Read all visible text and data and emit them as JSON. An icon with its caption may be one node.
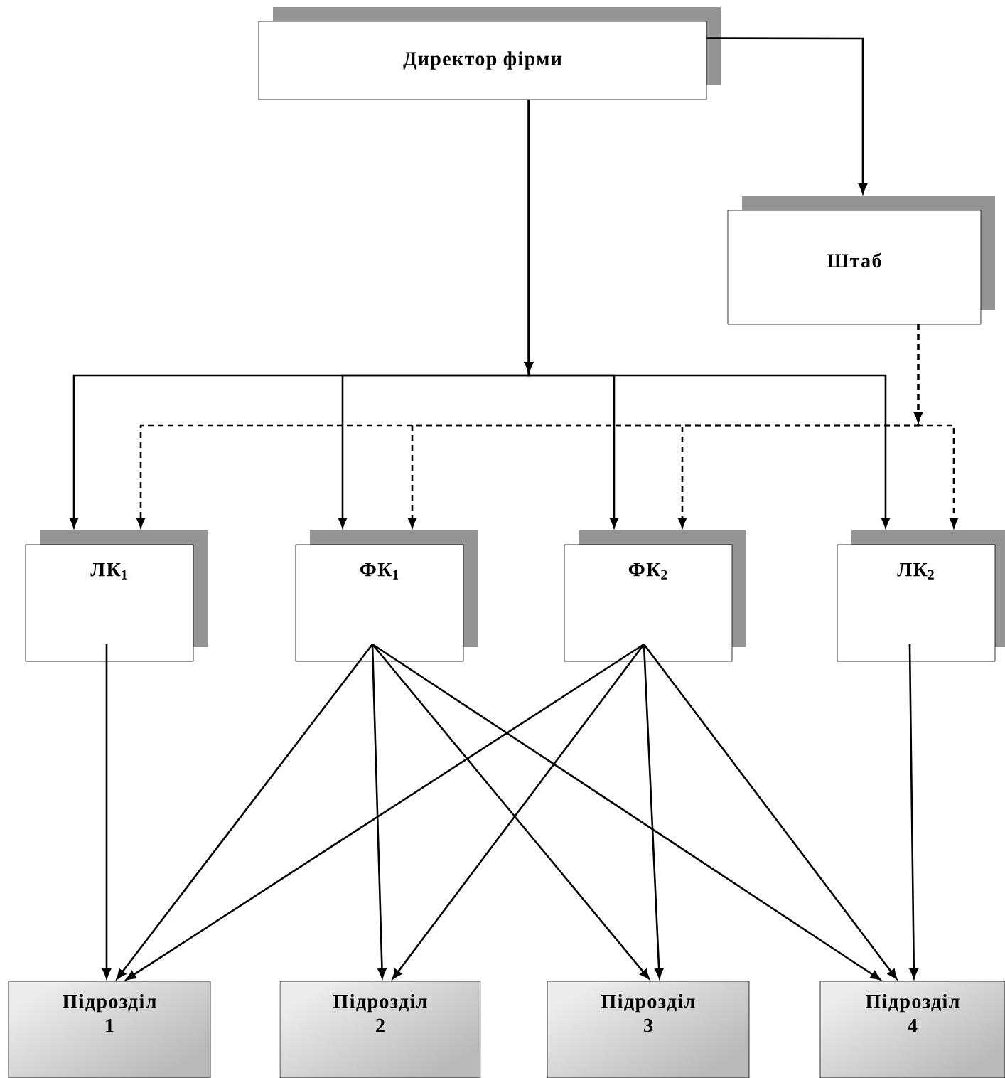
{
  "diagram": {
    "nodes": [
      {
        "text": [
          "Директор фірми"
        ]
      },
      {
        "text": [
          "Штаб"
        ]
      },
      {
        "text": [
          "ЛК$_{1}$"
        ]
      },
      {
        "text": [
          "ФК$_{1}$"
        ]
      },
      {
        "text": [
          "ФК$_{2}$"
        ]
      },
      {
        "text": [
          "ЛК$_{2}$"
        ]
      },
      {
        "text": [
          "Підрозділ 1"
        ]
      },
      {
        "text": [
          "Підрозділ 2"
        ]
      },
      {
        "text": [
          "Підрозділ 3"
        ]
      },
      {
        "text": [
          "Підрозділ 4"
        ]
      }
    ],
    "edges": [
      {
        "from": 0,
        "to": 1,
        "arrow": "to"
      },
      {
        "from": 0,
        "to": 2,
        "arrow": "to"
      },
      {
        "from": 0,
        "to": 3,
        "arrow": "to"
      },
      {
        "from": 0,
        "to": 4,
        "arrow": "to"
      },
      {
        "from": 0,
        "to": 5,
        "arrow": "to"
      },
      {
        "from": 1,
        "to": 2,
        "arrow": "to",
        "style": "dashed"
      },
      {
        "from": 1,
        "to": 3,
        "arrow": "to",
        "style": "dashed"
      },
      {
        "from": 1,
        "to": 4,
        "arrow": "to",
        "style": "dashed"
      },
      {
        "from": 1,
        "to": 5,
        "arrow": "to",
        "style": "dashed"
      },
      {
        "from": 2,
        "to": 6,
        "arrow": "to"
      },
      {
        "from": 3,
        "to": 6,
        "arrow": "to"
      },
      {
        "from": 3,
        "to": 7,
        "arrow": "to"
      },
      {
        "from": 3,
        "to": 8,
        "arrow": "to"
      },
      {
        "from": 3,
        "to": 9,
        "arrow": "to"
      },
      {
        "from": 4,
        "to": 6,
        "arrow": "to"
      },
      {
        "from": 4,
        "to": 7,
        "arrow": "to"
      },
      {
        "from": 4,
        "to": 8,
        "arrow": "to"
      },
      {
        "from": 4,
        "to": 9,
        "arrow": "to"
      },
      {
        "from": 5,
        "to": 9,
        "arrow": "to"
      }
    ]
  }
}
